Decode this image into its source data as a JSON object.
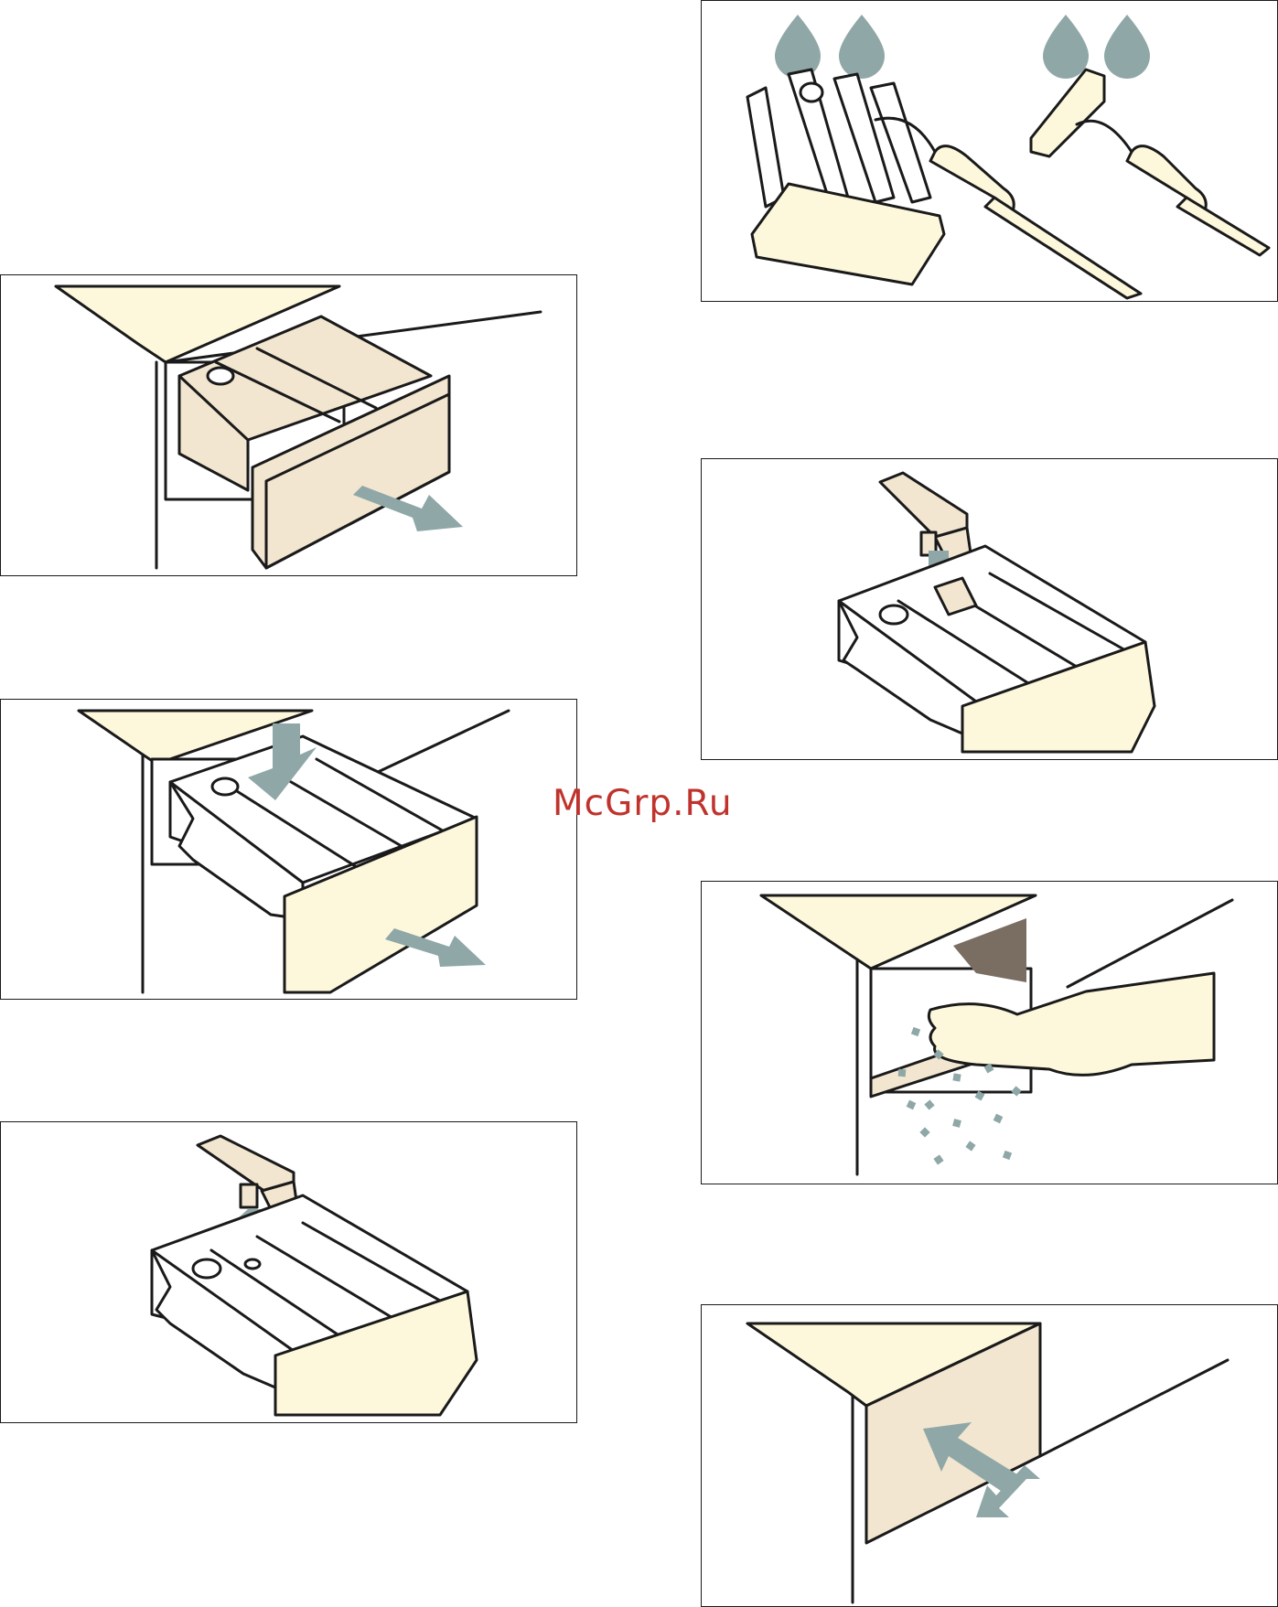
{
  "watermark": "McGrp.Ru",
  "colors": {
    "line": "#1a1a1a",
    "cream": "#fdf8dc",
    "beige": "#f2e6d0",
    "arrow": "#8fa7a7",
    "watermark": "#c0332d"
  },
  "panels": [
    {
      "id": "p1",
      "icon": "dispenser-drawer-pull-out"
    },
    {
      "id": "p2",
      "icon": "dispenser-drawer-release-press"
    },
    {
      "id": "p3",
      "icon": "siphon-cap-removal"
    },
    {
      "id": "p4",
      "icon": "brush-clean-under-water"
    },
    {
      "id": "p5",
      "icon": "siphon-cap-refit"
    },
    {
      "id": "p6",
      "icon": "hand-clean-recess"
    },
    {
      "id": "p7",
      "icon": "drawer-push-back"
    }
  ]
}
